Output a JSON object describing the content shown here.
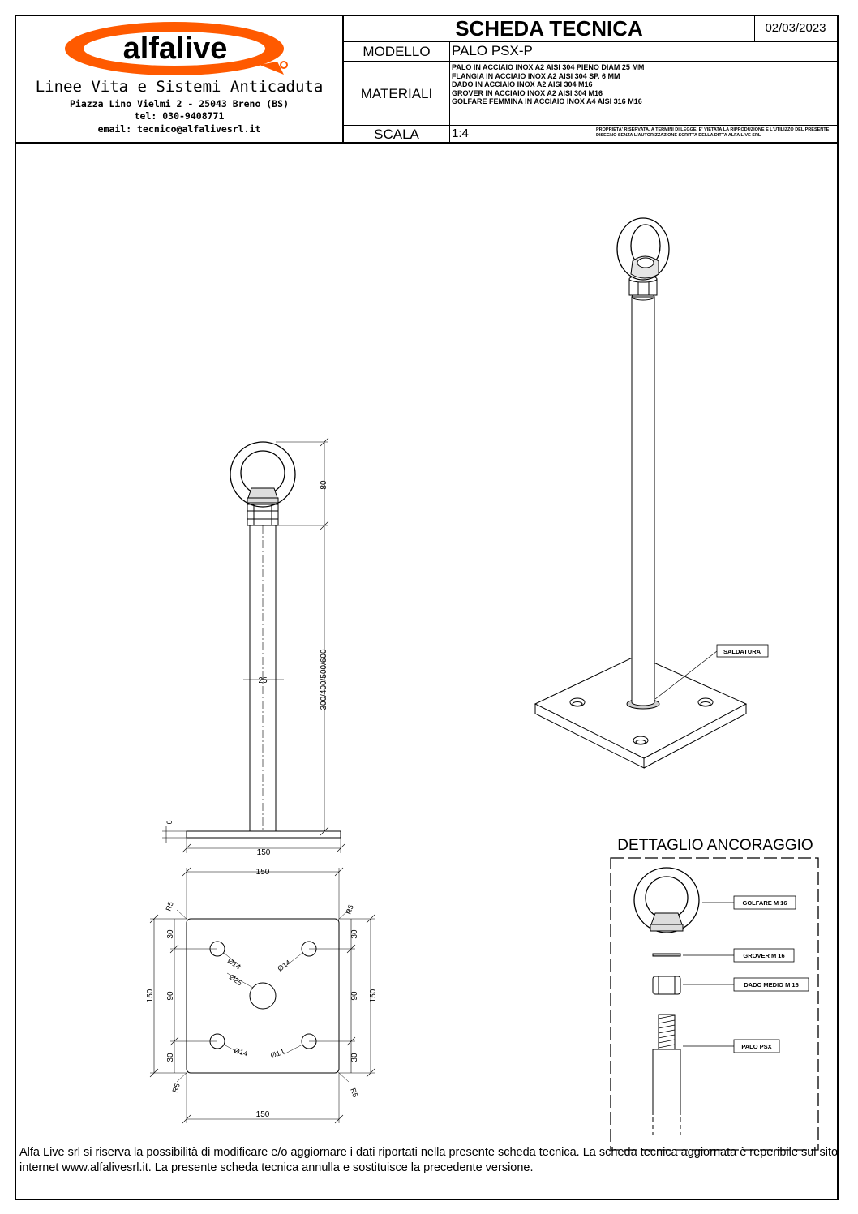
{
  "company": {
    "logo_text": "alfalive",
    "tagline": "Linee Vita e Sistemi Anticaduta",
    "address": "Piazza Lino Vielmi 2 - 25043 Breno (BS)",
    "phone": "tel: 030-9408771",
    "email": "email: tecnico@alfalivesrl.it"
  },
  "header": {
    "title": "SCHEDA TECNICA",
    "date": "02/03/2023",
    "model_label": "MODELLO",
    "model_value": "PALO PSX-P",
    "materials_label": "MATERIALI",
    "materials": [
      "PALO IN ACCIAIO INOX A2 AISI 304 PIENO DIAM 25 MM",
      "FLANGIA IN ACCIAIO INOX A2 AISI 304 SP. 6 MM",
      "DADO IN ACCIAIO INOX A2 AISI 304 M16",
      "GROVER IN ACCIAIO INOX A2 AISI 304 M16",
      "GOLFARE FEMMINA IN ACCIAIO INOX A4 AISI 316 M16"
    ],
    "scale_label": "SCALA",
    "scale_value": "1:4",
    "ownership_note": "PROPRIETA' RISERVATA, A TERMINI DI LEGGE. E' VIETATA LA RIPRODUZIONE E L'UTILIZZO DEL PRESENTE DISEGNO SENZA L'AUTORIZZAZIONE SCRITTA DELLA DITTA ALFA LIVE SRL"
  },
  "side_view": {
    "dim_top": "80",
    "dim_height": "300/400/500/600",
    "dim_diameter": "25",
    "dim_plate_thickness": "6",
    "dim_plate_width": "150"
  },
  "plan_view": {
    "dim_top": "150",
    "dim_bottom": "150",
    "dim_left": "150",
    "dim_right": "150",
    "dim_edge_30": "30",
    "dim_center_90": "90",
    "radius": "R5",
    "hole_small": "Ø14",
    "hole_center": "Ø25"
  },
  "iso_view": {
    "weld_label": "SALDATURA"
  },
  "detail": {
    "title": "DETTAGLIO ANCORAGGIO",
    "eyebolt_label": "GOLFARE M 16",
    "washer_label": "GROVER M 16",
    "nut_label": "DADO MEDIO M 16",
    "pole_label": "PALO PSX"
  },
  "footer": {
    "text": "Alfa Live srl si riserva la possibilità di modificare e/o aggiornare i dati riportati nella presente scheda tecnica. La scheda tecnica aggiornata è reperibile sul sito internet www.alfalivesrl.it. La presente scheda tecnica annulla e sostituisce la precedente versione."
  },
  "colors": {
    "logo_orange": "#ff5a00",
    "line": "#000000"
  }
}
